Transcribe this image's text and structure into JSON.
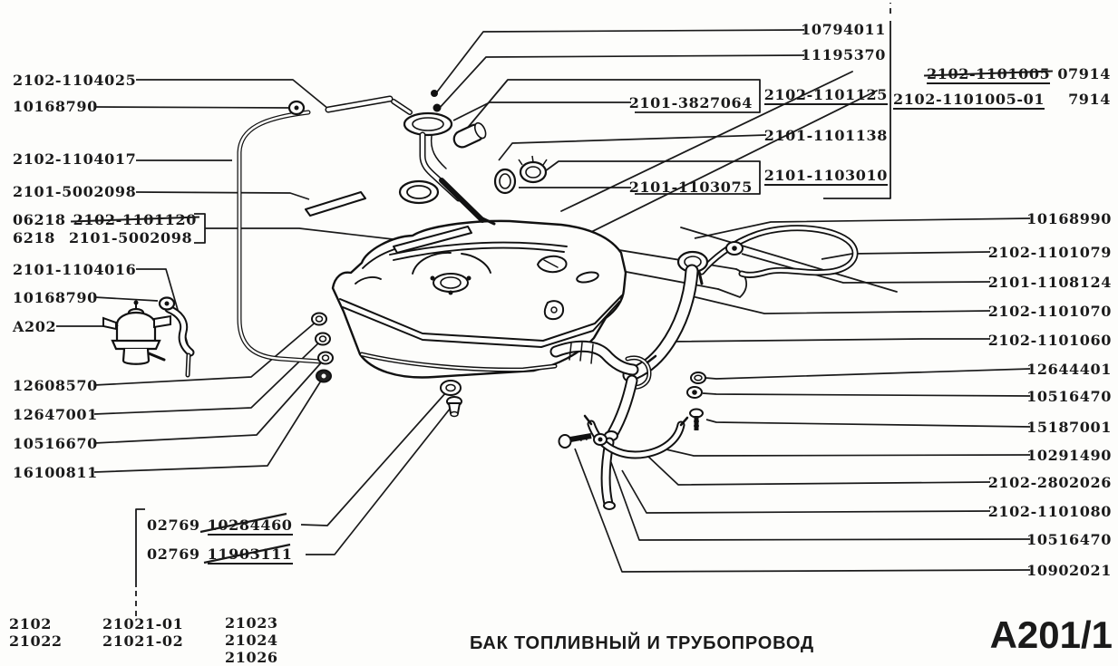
{
  "doc": {
    "title": "БАК ТОПЛИВНЫЙ И ТРУБОПРОВОД",
    "sheet_code": "A201/1"
  },
  "left_labels": [
    "2102-1104025",
    "10168790",
    "2102-1104017",
    "2101-5002098",
    "2101-1104016",
    "10168790",
    "A202",
    "12608570",
    "12647001",
    "10516670",
    "16100811"
  ],
  "substitution_note": {
    "prefix_old": "06218",
    "code_old": "2102-1101120",
    "prefix_new": "6218",
    "code_new": "2101-5002098"
  },
  "hardware_group": [
    {
      "qty_code": "02769",
      "part": "10284460"
    },
    {
      "qty_code": "02769",
      "part": "11903111"
    }
  ],
  "top_labels": [
    "10794011",
    "11195370",
    "2101-3827064",
    "2102-1101125",
    "2101-1101138",
    "2101-1103075",
    "2101-1103010"
  ],
  "revision_block": {
    "old_code": "2102-1101005",
    "old_ref": "07914",
    "new_code": "2102-1101005-01",
    "new_ref": "7914"
  },
  "right_labels": [
    "10168990",
    "2102-1101079",
    "2101-1108124",
    "2102-1101070",
    "2102-1101060",
    "12644401",
    "10516470",
    "15187001",
    "10291490",
    "2102-2802026",
    "2102-1101080",
    "10516470",
    "10902021"
  ],
  "model_columns": [
    [
      "2102",
      "21022"
    ],
    [
      "21021-01",
      "21021-02"
    ],
    [
      "21023",
      "21024",
      "21026"
    ]
  ]
}
